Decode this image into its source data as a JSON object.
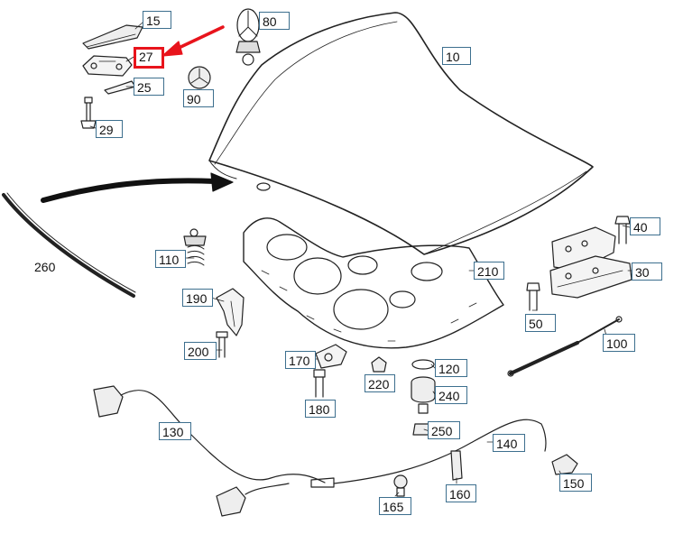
{
  "diagram": {
    "highlight_color": "#e8141c",
    "label_border_color": "#3d6f8e",
    "labels": {
      "l15": "15",
      "l80": "80",
      "l27": "27",
      "l10": "10",
      "l25": "25",
      "l90": "90",
      "l29": "29",
      "l40": "40",
      "l110": "110",
      "l210": "210",
      "l30": "30",
      "l190": "190",
      "l50": "50",
      "l100": "100",
      "l200": "200",
      "l170": "170",
      "l120": "120",
      "l220": "220",
      "l240": "240",
      "l180": "180",
      "l130": "130",
      "l250": "250",
      "l140": "140",
      "l150": "150",
      "l160": "160",
      "l165": "165",
      "l260": "260"
    }
  }
}
